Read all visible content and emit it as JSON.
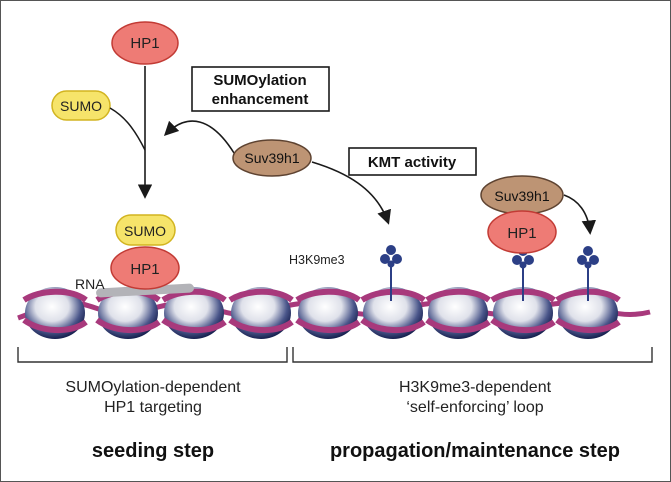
{
  "labels": {
    "hp1": "HP1",
    "sumo": "SUMO",
    "suv39h1": "Suv39h1",
    "sumoylation_enhancement_line1": "SUMOylation",
    "sumoylation_enhancement_line2": "enhancement",
    "kmt_activity": "KMT activity",
    "h3k9me3": "H3K9me3",
    "rna": "RNA",
    "left_caption_line1": "SUMOylation-dependent",
    "left_caption_line2": "HP1 targeting",
    "right_caption_line1": "H3K9me3-dependent",
    "right_caption_line2": "‘self-enforcing’ loop",
    "left_step": "seeding step",
    "right_step": "propagation/maintenance step"
  },
  "colors": {
    "hp1_fill": "#ee7b75",
    "hp1_stroke": "#c23b35",
    "sumo_fill": "#f6e46a",
    "sumo_stroke": "#d2b420",
    "suv_fill": "#bd9474",
    "suv_stroke": "#5e4331",
    "dna_strand": "#a8397c",
    "nucleosome_dark": "#1c2a63",
    "nucleosome_light": "#f2f2f6",
    "mark": "#2c3f86",
    "rna": "#b3b3b8",
    "arrow": "#1a1a1a"
  }
}
